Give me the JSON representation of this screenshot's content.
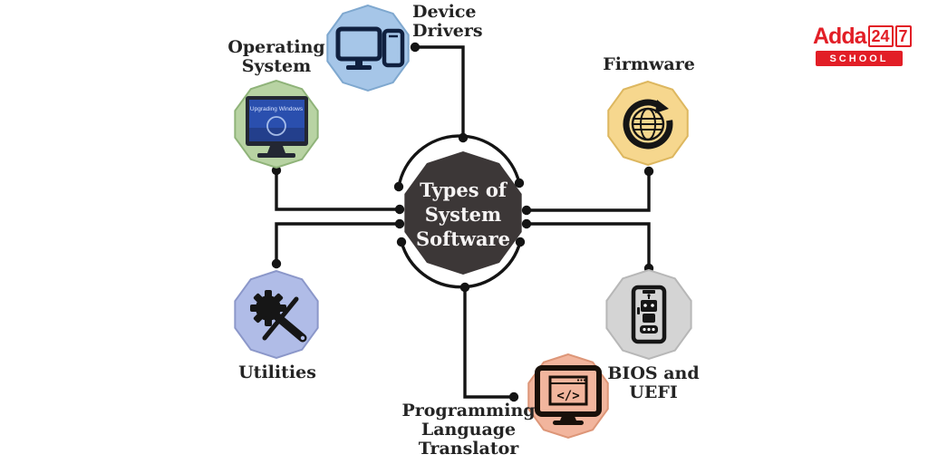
{
  "page": {
    "background": "#ffffff"
  },
  "center": {
    "label": "Types of\nSystem\nSoftware",
    "fill": "#3c3737",
    "text_color": "#f6f4f4"
  },
  "nodes": {
    "device_drivers": {
      "label": "Device\nDrivers",
      "fill": "#a6c6e8",
      "stroke": "#7fa8cf"
    },
    "operating_system": {
      "label": "Operating\nSystem",
      "fill": "#b8d3a3",
      "stroke": "#8fb379"
    },
    "firmware": {
      "label": "Firmware",
      "fill": "#f6d78e",
      "stroke": "#ddb75f"
    },
    "utilities": {
      "label": "Utilities",
      "fill": "#b0bce7",
      "stroke": "#8b97c9"
    },
    "bios_uefi": {
      "label": "BIOS and\nUEFI",
      "fill": "#d4d4d4",
      "stroke": "#b7b7b7"
    },
    "prog_lang_translator": {
      "label": "Programming\nLanguage\nTranslator",
      "fill": "#f2b59d",
      "stroke": "#dd9678"
    }
  },
  "icons": {
    "os_screen_text": "Upgrading Windows",
    "plt_code_glyph": "</>"
  },
  "connector_color": "#141414",
  "logo": {
    "brand": "Adda",
    "box24": "24",
    "box7": "7",
    "school": "SCHOOL",
    "red": "#e21e26"
  }
}
